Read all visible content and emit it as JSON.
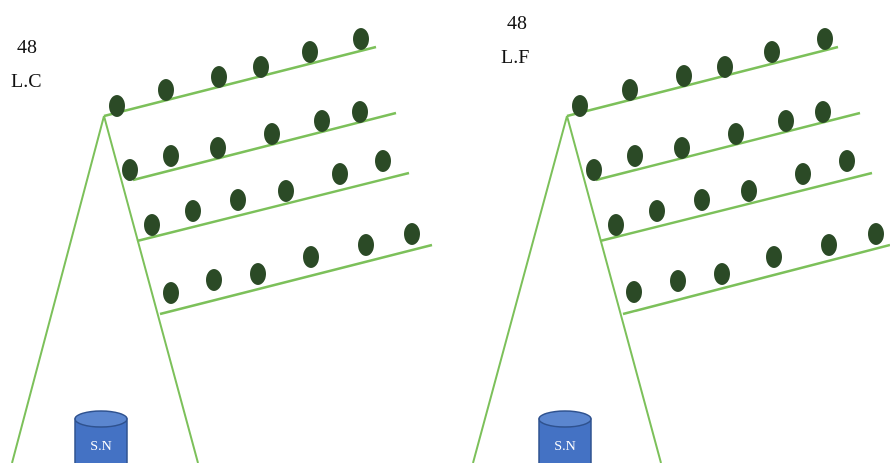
{
  "colors": {
    "line": "#7cc05a",
    "leaf": "#2b4a26",
    "can_top": "#5b86cf",
    "can_body": "#4472c4",
    "can_outline": "#2f528f",
    "can_text": "#ffffff"
  },
  "panels": [
    {
      "number": "48",
      "code": "L.C",
      "box_label": "S.N",
      "row_dot_counts": [
        6,
        6,
        6,
        6
      ]
    },
    {
      "number": "48",
      "code": "L.F",
      "box_label": "S.N",
      "row_dot_counts": [
        6,
        6,
        6,
        6
      ]
    }
  ]
}
